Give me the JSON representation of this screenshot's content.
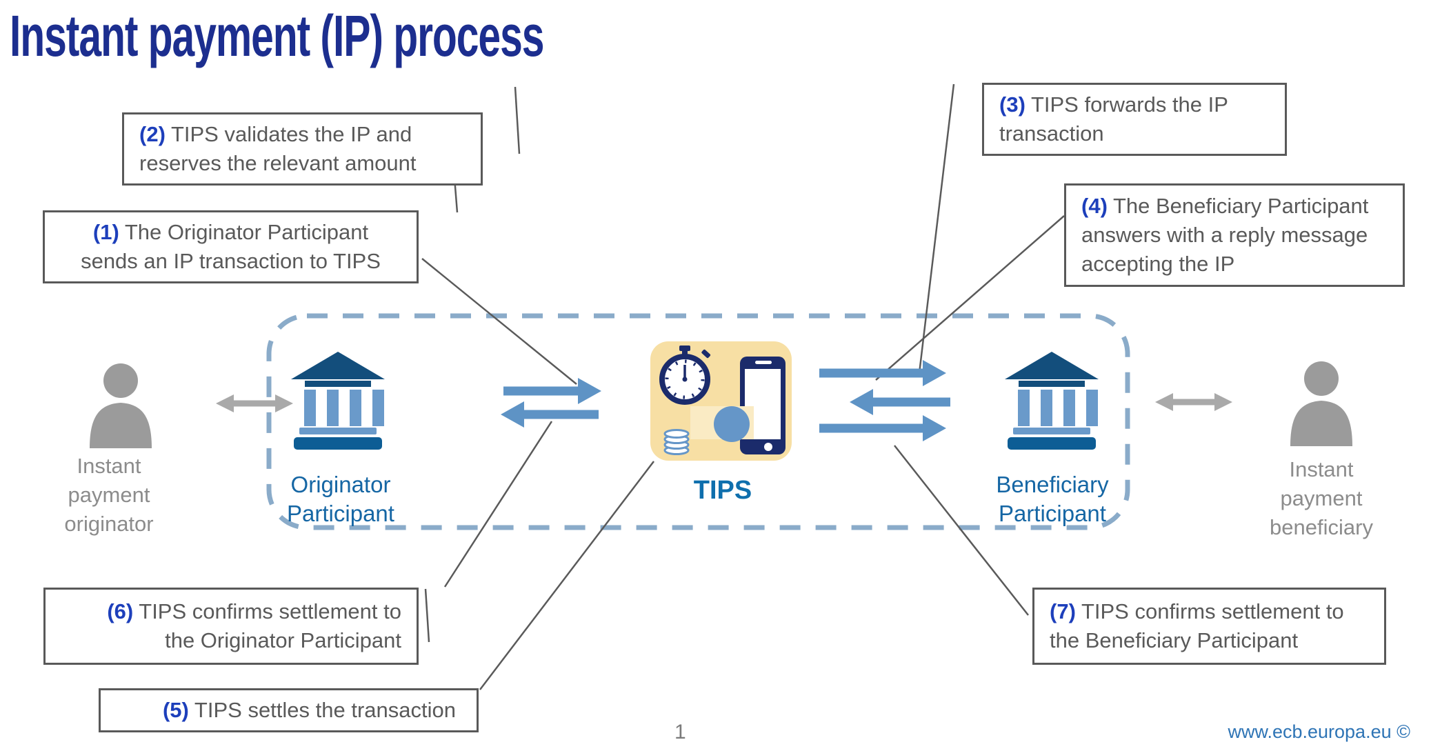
{
  "title": "Instant payment (IP) process",
  "callouts": {
    "c1": {
      "num": "(1)",
      "l1": " The Originator Participant",
      "l2": "sends an IP transaction to TIPS"
    },
    "c2": {
      "num": "(2)",
      "l1": " TIPS validates the IP and",
      "l2": "reserves the relevant amount"
    },
    "c3": {
      "num": "(3)",
      "l1": " TIPS forwards the IP",
      "l2": "transaction"
    },
    "c4": {
      "num": "(4)",
      "l1": " The Beneficiary Participant",
      "l2": "answers with a reply message",
      "l3": "accepting the IP"
    },
    "c5": {
      "num": "(5)",
      "l1": " TIPS settles the transaction"
    },
    "c6": {
      "num": "(6)",
      "l1": " TIPS confirms settlement to",
      "l2": "the Originator Participant"
    },
    "c7": {
      "num": "(7)",
      "l1": " TIPS confirms settlement to",
      "l2": "the Beneficiary Participant"
    }
  },
  "labels": {
    "tips": "TIPS",
    "originator_participant": [
      "Originator",
      "Participant"
    ],
    "beneficiary_participant": [
      "Beneficiary",
      "Participant"
    ],
    "ip_originator": [
      "Instant",
      "payment",
      "originator"
    ],
    "ip_beneficiary": [
      "Instant",
      "payment",
      "beneficiary"
    ]
  },
  "icons": {
    "tips_box": [
      "stopwatch",
      "smartphone",
      "banknote",
      "coins"
    ],
    "originator_participant": "bank",
    "beneficiary_participant": "bank",
    "ip_originator": "person",
    "ip_beneficiary": "person"
  },
  "footer": {
    "page_number": "1",
    "website": "www.ecb.europa.eu ©"
  },
  "colors": {
    "title_blue": "#1c2e8f",
    "number_blue": "#1d3fbb",
    "box_text_gray": "#595959",
    "box_border_gray": "#595959",
    "connector_gray": "#5a5a5a",
    "arrow_blue": "#5e93c5",
    "dashed_border_blue": "#8aabc9",
    "bank_dark": "#134e7c",
    "bank_base": "#0d5d95",
    "bank_column": "#6a9aca",
    "tips_bg": "#f7dfa4",
    "navy": "#1b2b6b",
    "steel_blue": "#6596c8",
    "note_fill": "#faebc4",
    "tips_label_blue": "#0f6fad",
    "participant_blue": "#1566a4",
    "person_gray": "#9b9b9b",
    "person_label_gray": "#8c8c8c",
    "gray_arrow": "#a9a9a9",
    "footer_page_gray": "#7a7a7a",
    "footer_link_blue": "#2e74b5"
  }
}
